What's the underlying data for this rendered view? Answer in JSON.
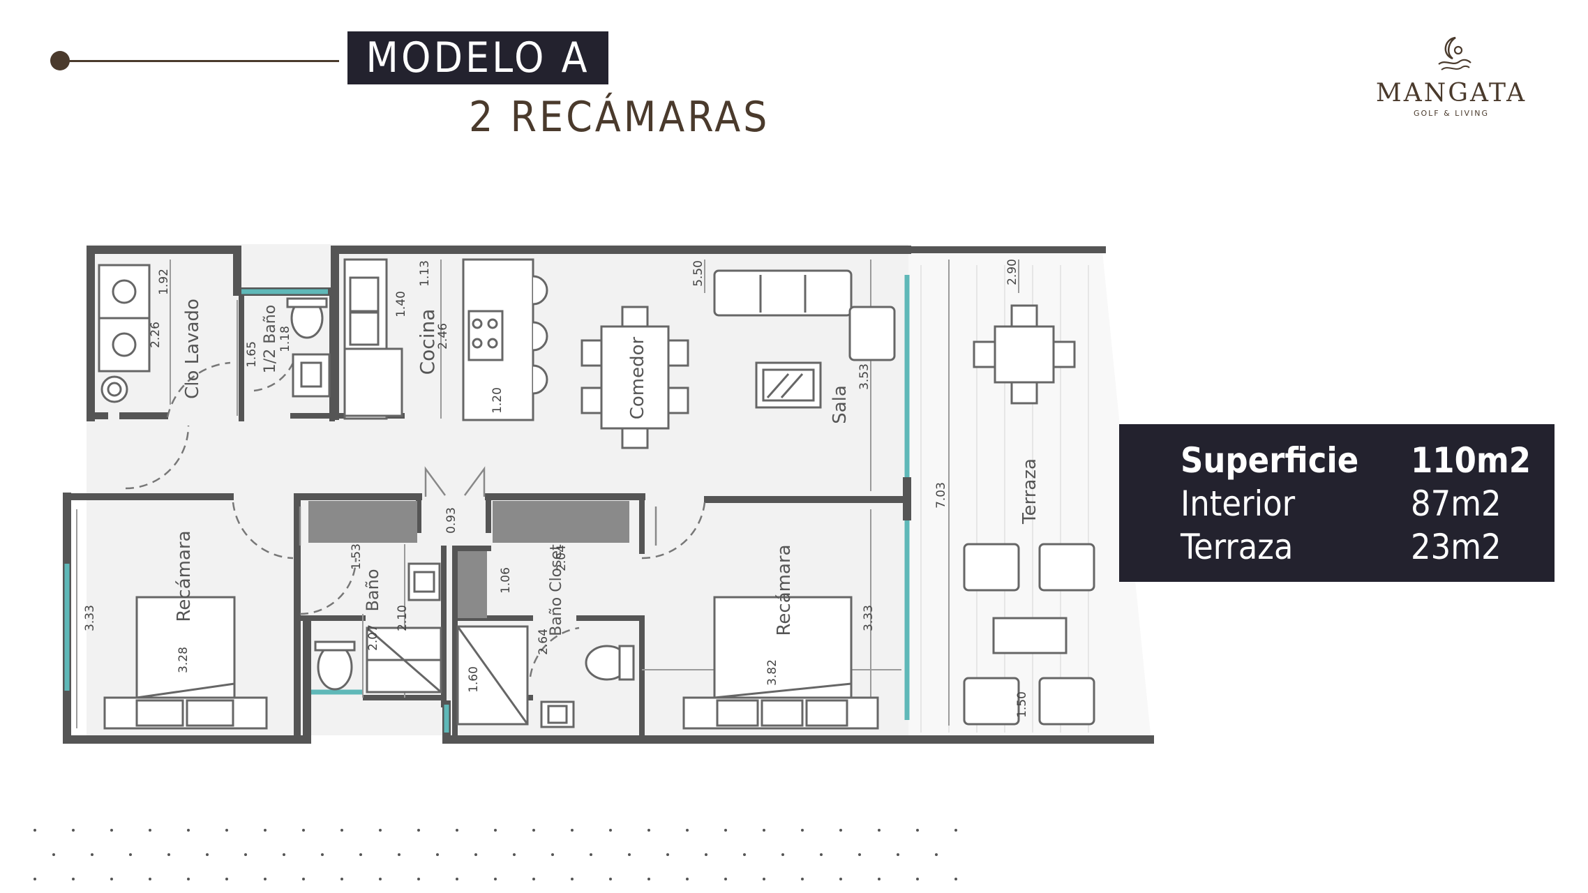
{
  "header": {
    "model": "MODELO A",
    "bedrooms": "2 RECÁMARAS"
  },
  "logo": {
    "wordmark": "MANGATA",
    "tagline": "GOLF & LIVING"
  },
  "summary": {
    "rows": [
      {
        "label": "Superficie",
        "value": "110m2"
      },
      {
        "label": "Interior",
        "value": "87m2"
      },
      {
        "label": "Terraza",
        "value": "23m2"
      }
    ]
  },
  "rooms": {
    "lavado": "Clo Lavado",
    "bano_small": "1/2 Baño",
    "cocina": "Cocina",
    "comedor": "Comedor",
    "sala": "Sala",
    "terraza": "Terraza",
    "recamara_1": "Recámara",
    "bano_1": "Baño",
    "bano_closet": "Baño Closet",
    "recamara_2": "Recámara"
  },
  "dimensions": {
    "d_192": "1.92",
    "d_226": "2.26",
    "d_165": "1.65",
    "d_118": "1.18",
    "d_140": "1.40",
    "d_113": "1.13",
    "d_246": "2.46",
    "d_120": "1.20",
    "d_550": "5.50",
    "d_353": "3.53",
    "d_290": "2.90",
    "d_703": "7.03",
    "d_093": "0.93",
    "d_153": "1.53",
    "d_106": "1.06",
    "d_204": "2.04",
    "d_333a": "3.33",
    "d_328": "3.28",
    "d_207": "2.07",
    "d_210": "2.10",
    "d_264": "2.64",
    "d_160": "1.60",
    "d_382": "3.82",
    "d_333b": "3.33",
    "d_150": "1.50"
  },
  "colors": {
    "wall": "#555555",
    "floor": "#f2f2f2",
    "terrace_floor": "#f7f7f7",
    "glass": "#5fb8b8",
    "accent_dark": "#23222e",
    "brand_brown": "#4a3a2c"
  }
}
